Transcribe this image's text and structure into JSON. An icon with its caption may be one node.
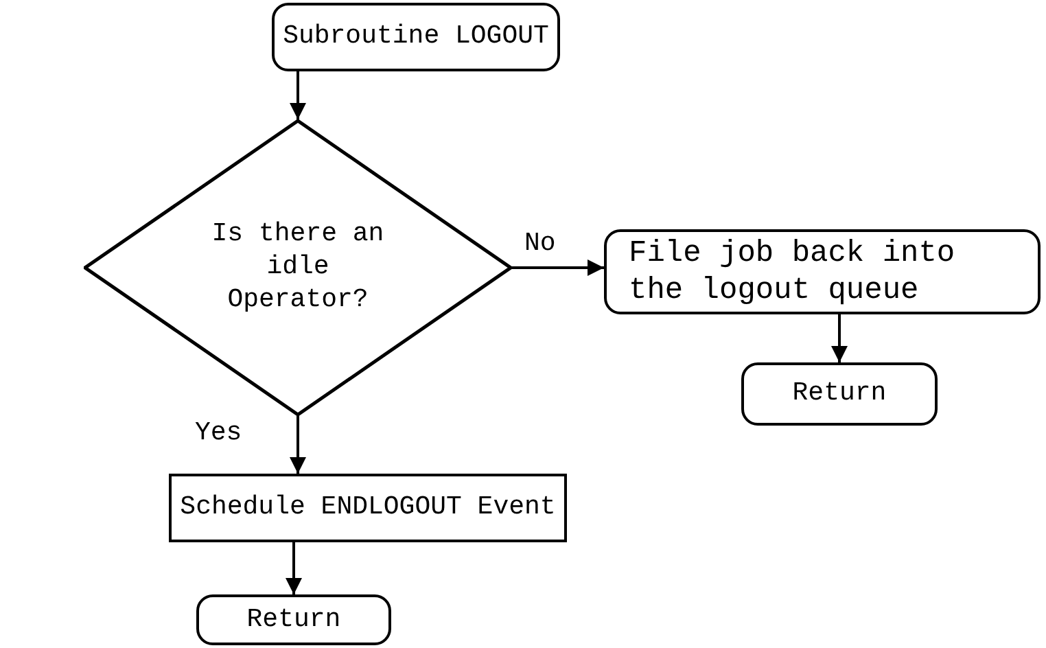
{
  "diagram": {
    "nodes": [
      {
        "text": [
          "Subroutine LOGOUT"
        ]
      },
      {
        "text": [
          "Is there an idle Operator?"
        ]
      },
      {
        "text": [
          "File job back into the logout queue"
        ]
      },
      {
        "text": [
          "Return"
        ]
      },
      {
        "text": [
          "Schedule ENDLOGOUT Event"
        ]
      },
      {
        "text": [
          "Return"
        ]
      }
    ],
    "edges": [
      {
        "from": 0,
        "to": 1,
        "arrow": "to"
      },
      {
        "from": 1,
        "to": 2,
        "arrow": "to",
        "label": "No"
      },
      {
        "from": 2,
        "to": 3,
        "arrow": "to"
      },
      {
        "from": 1,
        "to": 4,
        "arrow": "to",
        "label": "Yes"
      },
      {
        "from": 4,
        "to": 5,
        "arrow": "to"
      }
    ]
  }
}
